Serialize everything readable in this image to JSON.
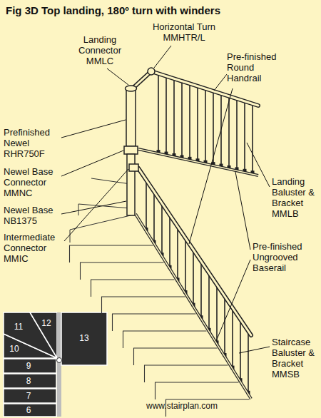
{
  "diagram": {
    "title": "Fig 3D Top landing, 180º turn with winders",
    "labels": [
      "Landing Connector MMLC",
      "Horizontal Turn MMHTR/L",
      "Pre-finished Round Handrail",
      "Prefinished Newel RHR750F",
      "Newel Base Connector MMNC",
      "Newel Base NB1375",
      "Intermediate Connector MMIC",
      "Landing Baluster & Bracket MMLB",
      "Pre-finished Ungrooved Baserail",
      "Staircase Baluster & Bracket MMSB",
      "12",
      "11",
      "10",
      "9",
      "8",
      "7",
      "6",
      "13",
      "www.stairplan.com"
    ]
  }
}
